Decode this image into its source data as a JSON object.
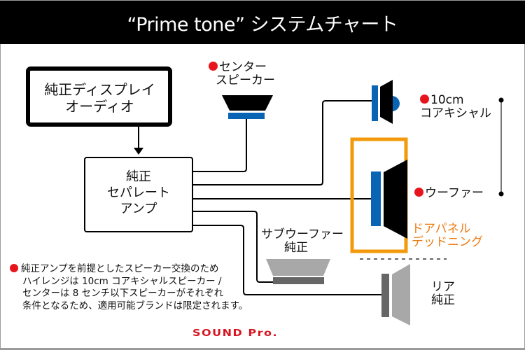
{
  "header": {
    "title": "“Prime tone” システムチャート"
  },
  "components": {
    "head_unit": {
      "line1": "純正ディスプレイ",
      "line2": "オーディオ"
    },
    "amp": {
      "line1": "純正",
      "line2": "セパレート",
      "line3": "アンプ"
    },
    "center_speaker": {
      "line1": "センター",
      "line2": "スピーカー"
    },
    "coaxial": {
      "line1": "10cm",
      "line2": "コアキシャル"
    },
    "woofer": {
      "label": "ウーファー"
    },
    "door_deadening": {
      "line1": "ドアパネル",
      "line2": "デッドニング"
    },
    "subwoofer": {
      "line1": "サブウーファー",
      "line2": "純正"
    },
    "rear": {
      "line1": "リア",
      "line2": "純正"
    }
  },
  "note": {
    "lines": [
      "純正アンプを前提としたスピーカー交換のため",
      "ハイレンジは 10cm コアキシャルスピーカー /",
      "センターは 8 センチ以下スピーカーがそれぞれ",
      "条件となるため、適用可能ブランドは限定されます。"
    ]
  },
  "brand": {
    "logo_text": "SOUND Pro."
  },
  "colors": {
    "accent_red": "#e8141c",
    "speaker_blue": "#0a64b4",
    "door_orange": "#f39a0c",
    "orange_text": "#ee7a10",
    "stock_gray": "#a8a8a8",
    "stock_dark_gray": "#666666",
    "brand_red": "#d7141f"
  }
}
